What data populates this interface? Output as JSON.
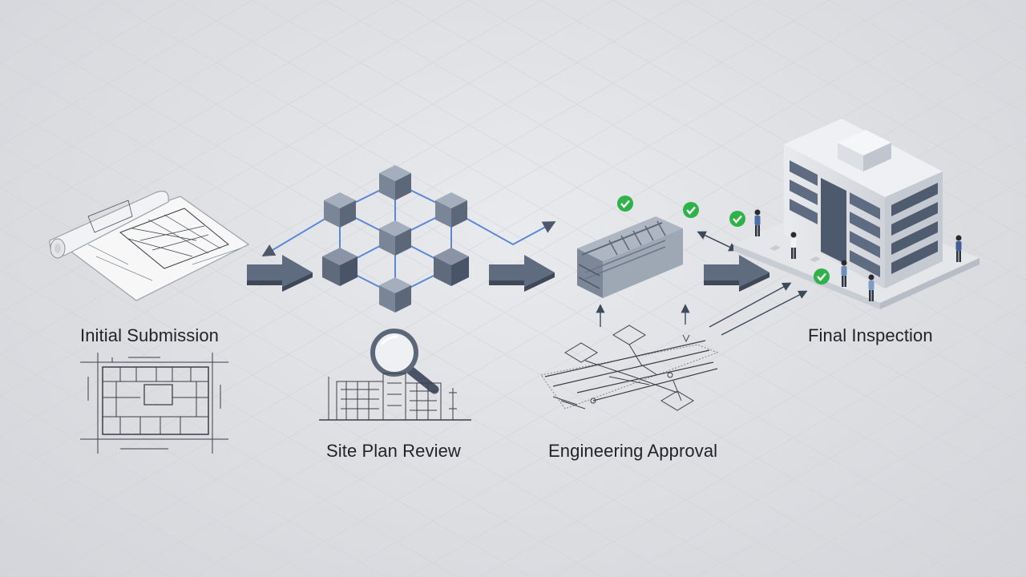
{
  "stages": [
    {
      "id": "initial",
      "label": "Initial Submission"
    },
    {
      "id": "site",
      "label": "Site Plan Review"
    },
    {
      "id": "engineering",
      "label": "Engineering Approval"
    },
    {
      "id": "final",
      "label": "Final Inspection"
    }
  ],
  "colors": {
    "background": "#dcdde1",
    "flow_arrow": "#5f6b7e",
    "node": "#6f7b8f",
    "connector": "#4a7fd4",
    "check": "#2fb24a",
    "line_art": "#3a3f47",
    "label": "#1f2329"
  },
  "icons": [
    "blueprint-roll-icon",
    "floor-plan-icon",
    "node-network-icon",
    "magnifier-icon",
    "building-elevation-icon",
    "steel-beam-icon",
    "utility-plan-icon",
    "office-building-icon",
    "inspector-figure-icon",
    "checkmark-icon"
  ]
}
